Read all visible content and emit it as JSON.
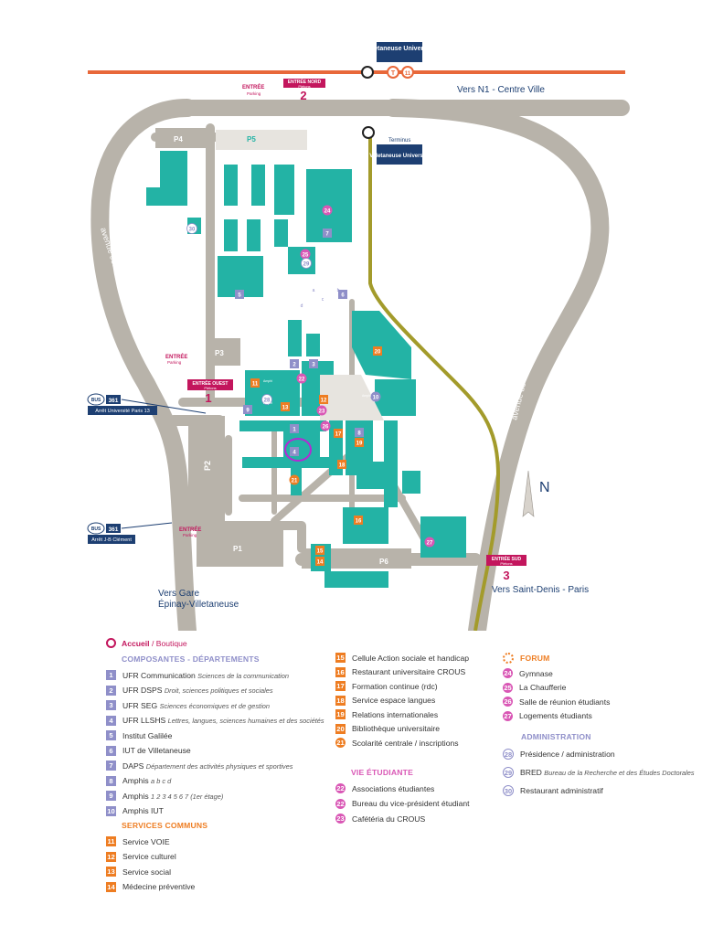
{
  "colors": {
    "road": "#b8b3aa",
    "teal": "#23b3a5",
    "purple": "#8f8fc9",
    "orange": "#ee7d22",
    "pink": "#d957b5",
    "magenta": "#c3165d",
    "navy": "#1d3f72",
    "tram": "#e8683a",
    "bus_line": "#a39b2b"
  },
  "map": {
    "station_top": "Villetaneuse Université",
    "vers_n1": "Vers N1 - Centre Ville",
    "terminus_label": "Terminus",
    "station_terminus": "Villetaneuse Université",
    "avenue_jb": "avenue Jean-Baptiste Clément",
    "avenue_dl": "avenue de la Division Leclerc",
    "north": "N",
    "vers_gare_1": "Vers Gare",
    "vers_gare_2": "Épinay-Villetaneuse",
    "vers_sd": "Vers Saint-Denis - Paris",
    "tram_badges": [
      "T",
      "11"
    ],
    "entrances": {
      "entree": "ENTRÉE",
      "parking": "Parking",
      "nord": "ENTRÉE NORD",
      "ouest": "ENTRÉE OUEST",
      "sud": "ENTRÉE SUD",
      "pietons": "Piétons",
      "n_nord": "2",
      "n_ouest": "1",
      "n_sud": "3"
    },
    "parkings": [
      "P4",
      "P5",
      "P3",
      "P2",
      "P1",
      "P6"
    ],
    "bus": {
      "badge": "BUS",
      "line": "361",
      "stop1": "Arrêt Université Paris 13",
      "stop2": "Arrêt J-B Clément"
    },
    "amphi_label": "Amphi",
    "letters": [
      "a",
      "b",
      "c",
      "d"
    ],
    "building_numbers": [
      "1",
      "2",
      "3",
      "4",
      "5",
      "6",
      "7",
      "8",
      "9",
      "10",
      "11",
      "12",
      "13",
      "14",
      "15",
      "16",
      "17",
      "18",
      "19",
      "20",
      "21",
      "22",
      "23",
      "24",
      "25",
      "26",
      "27",
      "28",
      "29",
      "30"
    ]
  },
  "legend": {
    "accueil": "Accueil",
    "boutique": "Boutique",
    "composantes_title": "COMPOSANTES - DÉPARTEMENTS",
    "composantes": [
      {
        "n": "1",
        "name": "UFR Communication",
        "detail": "Sciences de la communication"
      },
      {
        "n": "2",
        "name": "UFR DSPS",
        "detail": "Droit, sciences politiques et sociales"
      },
      {
        "n": "3",
        "name": "UFR SEG",
        "detail": "Sciences économiques et de gestion"
      },
      {
        "n": "4",
        "name": "UFR LLSHS",
        "detail": "Lettres, langues, sciences humaines et des sociétés"
      },
      {
        "n": "5",
        "name": "Institut Galilée",
        "detail": ""
      },
      {
        "n": "6",
        "name": "IUT de Villetaneuse",
        "detail": ""
      },
      {
        "n": "7",
        "name": "DAPS",
        "detail": "Département des activités physiques et sportives"
      },
      {
        "n": "8",
        "name": "Amphis",
        "detail": "a b c d"
      },
      {
        "n": "9",
        "name": "Amphis",
        "detail": "1 2 3 4 5 6 7 (1er étage)"
      },
      {
        "n": "10",
        "name": "Amphis IUT",
        "detail": ""
      }
    ],
    "services_title": "SERVICES COMMUNS",
    "services": [
      {
        "n": "11",
        "name": "Service VOIE"
      },
      {
        "n": "12",
        "name": "Service culturel"
      },
      {
        "n": "13",
        "name": "Service social"
      },
      {
        "n": "14",
        "name": "Médecine préventive"
      }
    ],
    "col2": [
      {
        "n": "15",
        "name": "Cellule Action sociale et handicap"
      },
      {
        "n": "16",
        "name": "Restaurant universitaire CROUS"
      },
      {
        "n": "17",
        "name": "Formation continue (rdc)"
      },
      {
        "n": "18",
        "name": "Service espace langues"
      },
      {
        "n": "19",
        "name": "Relations internationales"
      },
      {
        "n": "20",
        "name": "Bibliothèque universitaire"
      },
      {
        "n": "21",
        "name": "Scolarité centrale / inscriptions"
      }
    ],
    "vie_title": "VIE ÉTUDIANTE",
    "vie": [
      {
        "n": "22",
        "name": "Associations étudiantes"
      },
      {
        "n": "22",
        "name": "Bureau du vice-président étudiant"
      },
      {
        "n": "23",
        "name": "Cafétéria du CROUS"
      }
    ],
    "forum_title": "FORUM",
    "forum": [
      {
        "n": "24",
        "name": "Gymnase"
      },
      {
        "n": "25",
        "name": "La Chaufferie"
      },
      {
        "n": "26",
        "name": "Salle de réunion étudiants"
      },
      {
        "n": "27",
        "name": "Logements étudiants"
      }
    ],
    "admin_title": "ADMINISTRATION",
    "admin": [
      {
        "n": "28",
        "name": "Présidence / administration",
        "detail": ""
      },
      {
        "n": "29",
        "name": "BRED",
        "detail": "Bureau de la Recherche et des Études Doctorales"
      },
      {
        "n": "30",
        "name": "Restaurant administratif",
        "detail": ""
      }
    ]
  }
}
